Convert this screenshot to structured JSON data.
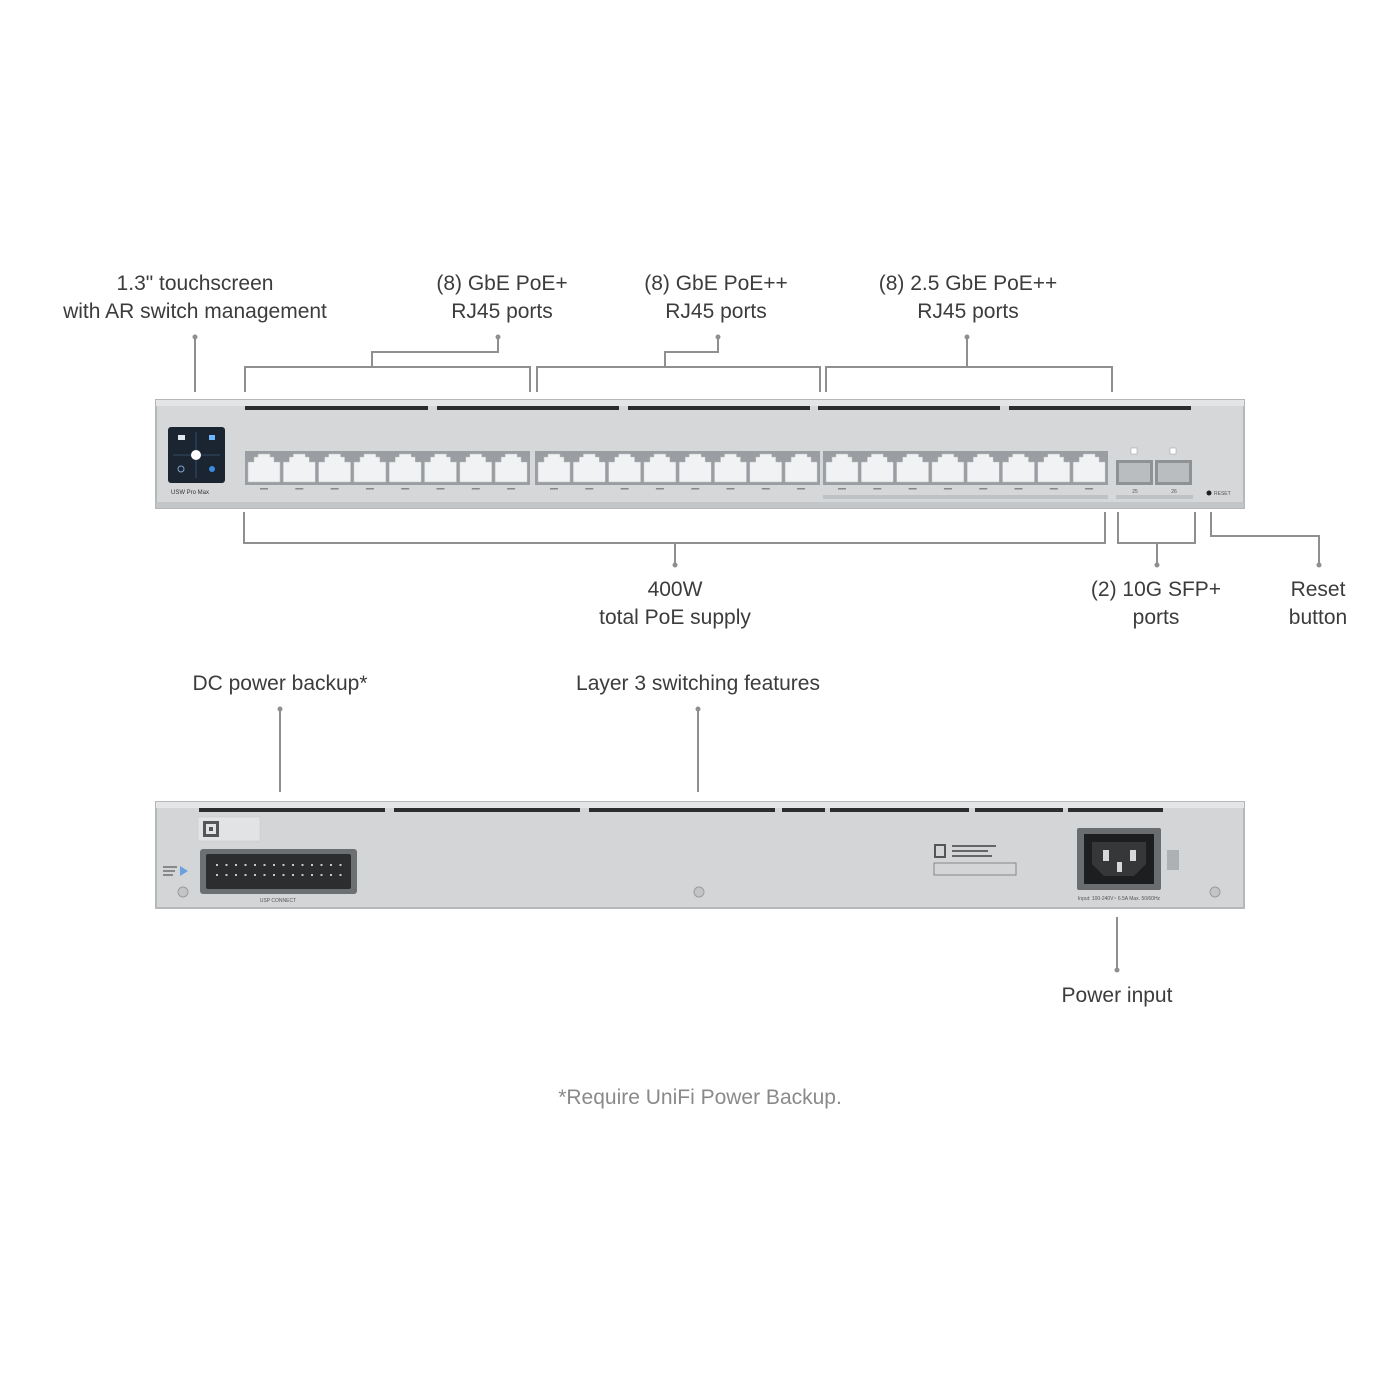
{
  "callouts": {
    "touchscreen": {
      "line1": "1.3\" touchscreen",
      "line2": "with AR switch management"
    },
    "gbe_poe_plus": {
      "line1": "(8) GbE PoE+",
      "line2": "RJ45 ports"
    },
    "gbe_poe_plusplus": {
      "line1": "(8) GbE PoE++",
      "line2": "RJ45 ports"
    },
    "multigig_poe_plusplus": {
      "line1": "(8) 2.5 GbE PoE++",
      "line2": "RJ45 ports"
    },
    "poe_budget": {
      "line1": "400W",
      "line2": "total PoE supply"
    },
    "sfp_ports": {
      "line1": "(2) 10G SFP+",
      "line2": "ports"
    },
    "reset_button": {
      "line1": "Reset",
      "line2": "button"
    },
    "dc_backup": {
      "line1": "DC power backup*"
    },
    "layer3": {
      "line1": "Layer 3 switching features"
    },
    "power_input": {
      "line1": "Power input"
    }
  },
  "device": {
    "front_badge": "USW Pro Max",
    "reset_text": "RESET",
    "rear_connector_label": "USP CONNECT",
    "rear_power_rating": "Input: 100-240V~ 6.5A Max. 50/60Hz",
    "sfp_labels": [
      "25",
      "26"
    ]
  },
  "footnote": "*Require UniFi Power Backup.",
  "colors": {
    "chassis": "#d4d6d8",
    "chassis_edge": "#b9bcbf",
    "port": "#f2f3f4",
    "leader_line": "#8c8c8c",
    "screen": "#1b2531"
  }
}
